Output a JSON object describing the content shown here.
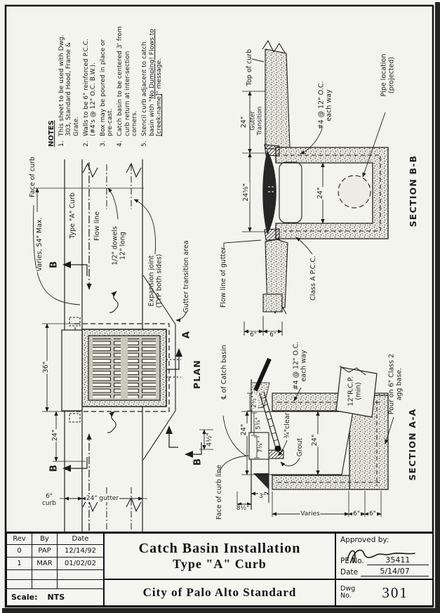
{
  "notes": {
    "heading": "NOTES",
    "items": [
      {
        "num": "1.",
        "text": "This sheet to be used with Dwg. 303, Standard Hood, Frame & Grate."
      },
      {
        "num": "2.",
        "text": "Walls to be 6\" reinforced P.C.C. (#4's @ 12\" O.C. B.W.)."
      },
      {
        "num": "3.",
        "text": "Box may be poured in place or pre-cast."
      },
      {
        "num": "4.",
        "text": "Catch basin to be centered 3' from curb return at inter-section corners."
      },
      {
        "num": "5.",
        "text_pre": "Stencil curb adjacent to catch basin with \"",
        "text_underline": "No Dumping! Flows to [creek-name]",
        "text_post": "\" message."
      }
    ]
  },
  "plan": {
    "title": "PLAN",
    "labels": {
      "face_of_curb": "Face of curb",
      "varies_max": "Varies, 54\" Max.",
      "type_a_curb": "Type \"A\" Curb",
      "flow_line": "Flow line",
      "dowels_1": "1/2\" dowels",
      "dowels_2": "12\" long",
      "expansion_1": "Expansion joint",
      "expansion_2": "(TYP both sides)",
      "gutter_transition_area": "Gutter transition area",
      "dim_36": "36\"",
      "dim_24": "24\"",
      "curb_6_a": "6\"",
      "curb_6_b": "curb",
      "gutter_24": "24\" gutter",
      "marker_a": "A",
      "marker_b": "B"
    }
  },
  "section_bb": {
    "title": "SECTION B-B",
    "labels": {
      "top_of_curb": "Top of curb",
      "dim_24_gt": "24\"",
      "gutter_transition_1": "Gutter",
      "gutter_transition_2": "Transition",
      "dim_24_58": "24⅝\"",
      "dim_24": "24\"",
      "rebar_1": "#4 @ 12\" O.C.",
      "rebar_2": "each way",
      "pipe_location_1": "Pipe location",
      "pipe_location_2": "(projected)",
      "flow_line_of_gutter": "Flow line of gutter",
      "class_a_pcc": "Class A P.C.C.",
      "dim_6_left": "6\"",
      "dim_6_right": "6\""
    }
  },
  "section_aa": {
    "title": "SECTION A-A",
    "labels": {
      "cl_catch_basin": "℄ of Catch basin",
      "face_of_curb_line": "Face of curb line",
      "dim_4_half": "4½\"",
      "marker_b": "B",
      "dim_24_width": "24\"",
      "dim_2_half": "2½\"",
      "dim_5_three_quarter": "5¾\"",
      "dim_7_quarter": "7¼\"",
      "clear_three_quarter": "¾\"clear",
      "grout": "Grout",
      "rebar_1": "#4 @ 12\" O.C.",
      "rebar_2": "each way",
      "dim_24_depth": "24\"",
      "rcp_1": "12\"R.C.P.",
      "rcp_2": "(min)",
      "pour_1": "Pour on 6\" Class 2",
      "pour_2": "agg base.",
      "dim_8_half": "8½\"",
      "dim_3": "3\"",
      "varies": "Varies",
      "dim_6_left": "6\"",
      "dim_6_right": "6\""
    }
  },
  "title_block": {
    "rev_headers": [
      "Rev",
      "By",
      "Date"
    ],
    "rev_rows": [
      [
        "0",
        "PAP",
        "12/14/92"
      ],
      [
        "1",
        "MAR",
        "01/02/02"
      ],
      [
        "",
        "",
        ""
      ],
      [
        "",
        "",
        ""
      ]
    ],
    "scale_label": "Scale:",
    "scale_value": "NTS",
    "title_line1": "Catch Basin Installation",
    "title_line2": "Type \"A\" Curb",
    "org": "City of Palo Alto Standard",
    "approved_by": "Approved by:",
    "pe_label": "PE No.",
    "pe_value": "35411",
    "date_label": "Date",
    "date_value": "5/14/07",
    "dwg_label_1": "Dwg",
    "dwg_label_2": "No.",
    "dwg_value": "301"
  }
}
